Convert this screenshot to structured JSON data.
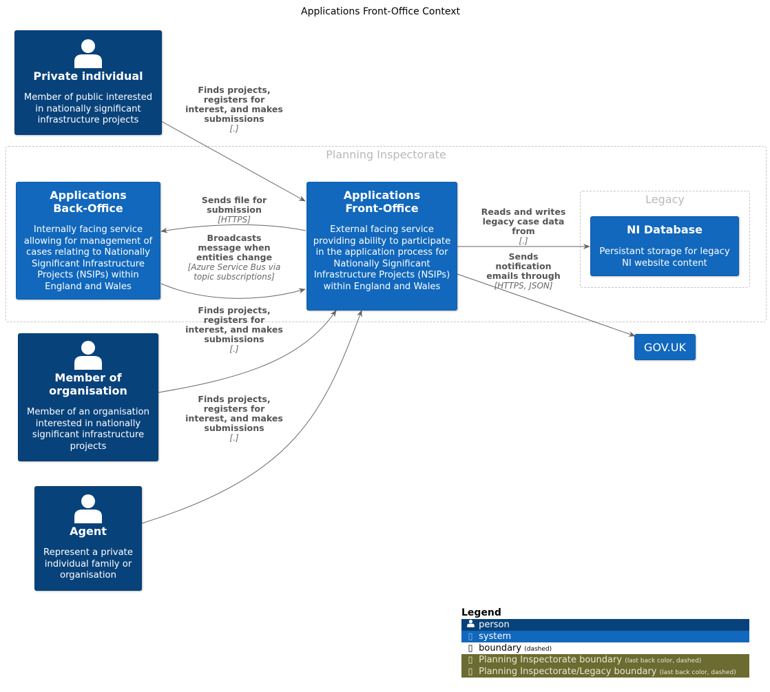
{
  "title": "Applications Front-Office Context",
  "colors": {
    "person": "#08427b",
    "system": "#1168bd",
    "boundary_fill": "#6b6b32",
    "arrow": "#666666"
  },
  "boundaries": {
    "planning": "Planning Inspectorate",
    "legacy": "Legacy"
  },
  "nodes": {
    "private_individual": {
      "name": "Private individual",
      "desc": "Member of public interested in nationally significant infrastructure projects",
      "icon": "person-icon"
    },
    "back_office": {
      "name": "Applications Back-Office",
      "desc": "Internally facing service allowing for management of cases relating to Nationally Significant Infrastructure Projects (NSIPs) within England and Wales"
    },
    "front_office": {
      "name": "Applications Front-Office",
      "desc": "External facing service providing ability to participate in the application process for Nationally Significant Infrastructure Projects (NSIPs) within England and Wales"
    },
    "ni_database": {
      "name": "NI Database",
      "desc": "Persistant storage for legacy NI website content"
    },
    "govuk": {
      "name": "GOV.UK"
    },
    "member_org": {
      "name": "Member of organisation",
      "desc": "Member of an organisation interested in nationally significant infrastructure projects",
      "icon": "person-icon"
    },
    "agent": {
      "name": "Agent",
      "desc": "Represent a private individual family or organisation",
      "icon": "person-icon"
    }
  },
  "edges": {
    "private_to_front": {
      "label": "Finds projects, registers for interest, and makes submissions",
      "tech": "[.]"
    },
    "front_to_back": {
      "label": "Sends file for submission",
      "tech": "[HTTPS]"
    },
    "back_to_front": {
      "label": "Broadcasts message when entities change",
      "tech": "[Azure Service Bus via topic subscriptions]"
    },
    "front_to_ni": {
      "label": "Reads and writes legacy case data from",
      "tech": "[.]"
    },
    "front_to_govuk": {
      "label": "Sends notification emails through",
      "tech": "[HTTPS, JSON]"
    },
    "member_to_front": {
      "label": "Finds projects, registers for interest, and makes submissions",
      "tech": "[.]"
    },
    "agent_to_front": {
      "label": "Finds projects, registers for interest, and makes submissions",
      "tech": "[.]"
    }
  },
  "legend": {
    "title": "Legend",
    "items": [
      {
        "label": "person",
        "note": "",
        "icon": "person-icon",
        "bg": "#08427b",
        "color": "#ffffff"
      },
      {
        "label": "system",
        "note": "",
        "icon": "system-icon",
        "bg": "#1168bd",
        "color": "#ffffff"
      },
      {
        "label": "boundary",
        "note": "(dashed)",
        "icon": "boundary-icon",
        "bg": "#ffffff",
        "color": "#000000"
      },
      {
        "label": "Planning Inspectorate boundary",
        "note": "(last back color, dashed)",
        "icon": "boundary-icon",
        "bg": "#6b6b32",
        "color": "#e8e8d0"
      },
      {
        "label": "Planning Inspectorate/Legacy boundary",
        "note": "(last back color, dashed)",
        "icon": "boundary-icon",
        "bg": "#6b6b32",
        "color": "#e8e8d0"
      }
    ]
  }
}
